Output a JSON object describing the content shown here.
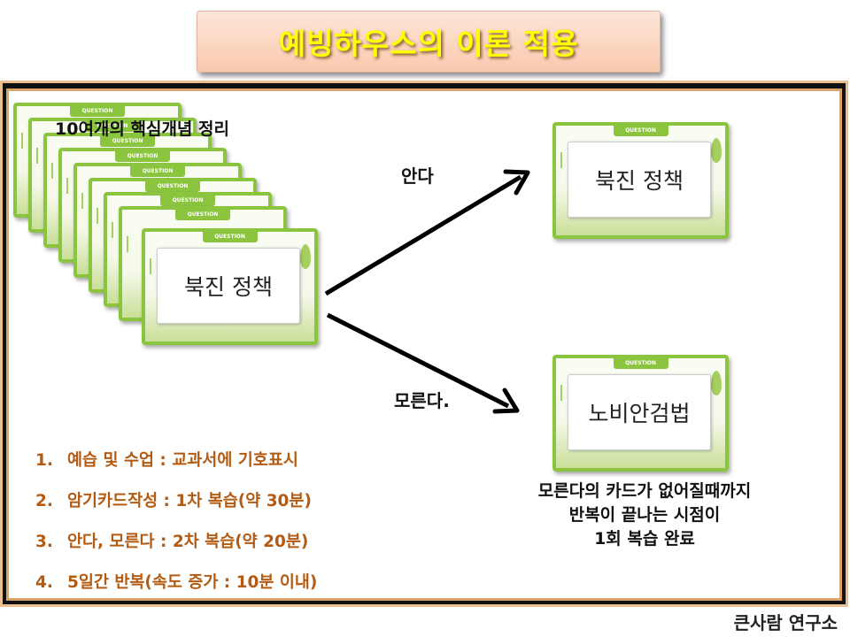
{
  "title": "예빙하우스의 이론 적용",
  "card_tab_label": "QUESTION",
  "stack": {
    "caption": "10여개의 핵심개념 정리",
    "front_card_text": "북진 정책"
  },
  "branches": {
    "know_label": "안다",
    "unknown_label": "모른다.",
    "known_card_text": "북진 정책",
    "unknown_card_text": "노비안검법"
  },
  "steps": [
    {
      "num": "1.",
      "text": "예습 및 수업 : 교과서에 기호표시"
    },
    {
      "num": "2.",
      "text": "암기카드작성 : 1차 복습(약 30분)"
    },
    {
      "num": "3.",
      "text": "안다, 모른다 : 2차 복습(약 20분)"
    },
    {
      "num": "4.",
      "text": "5일간 반복(속도 증가 : 10분 이내)"
    }
  ],
  "note_lines": [
    "모른다의 카드가 없어질때까지",
    "반복이 끝나는 시점이",
    "1회 복습 완료"
  ],
  "footer": "큰사람 연구소",
  "colors": {
    "title_text": "#ffff00",
    "title_bg": "#f9c9ae",
    "card_border": "#8bc53f",
    "steps_text": "#b35b12"
  }
}
